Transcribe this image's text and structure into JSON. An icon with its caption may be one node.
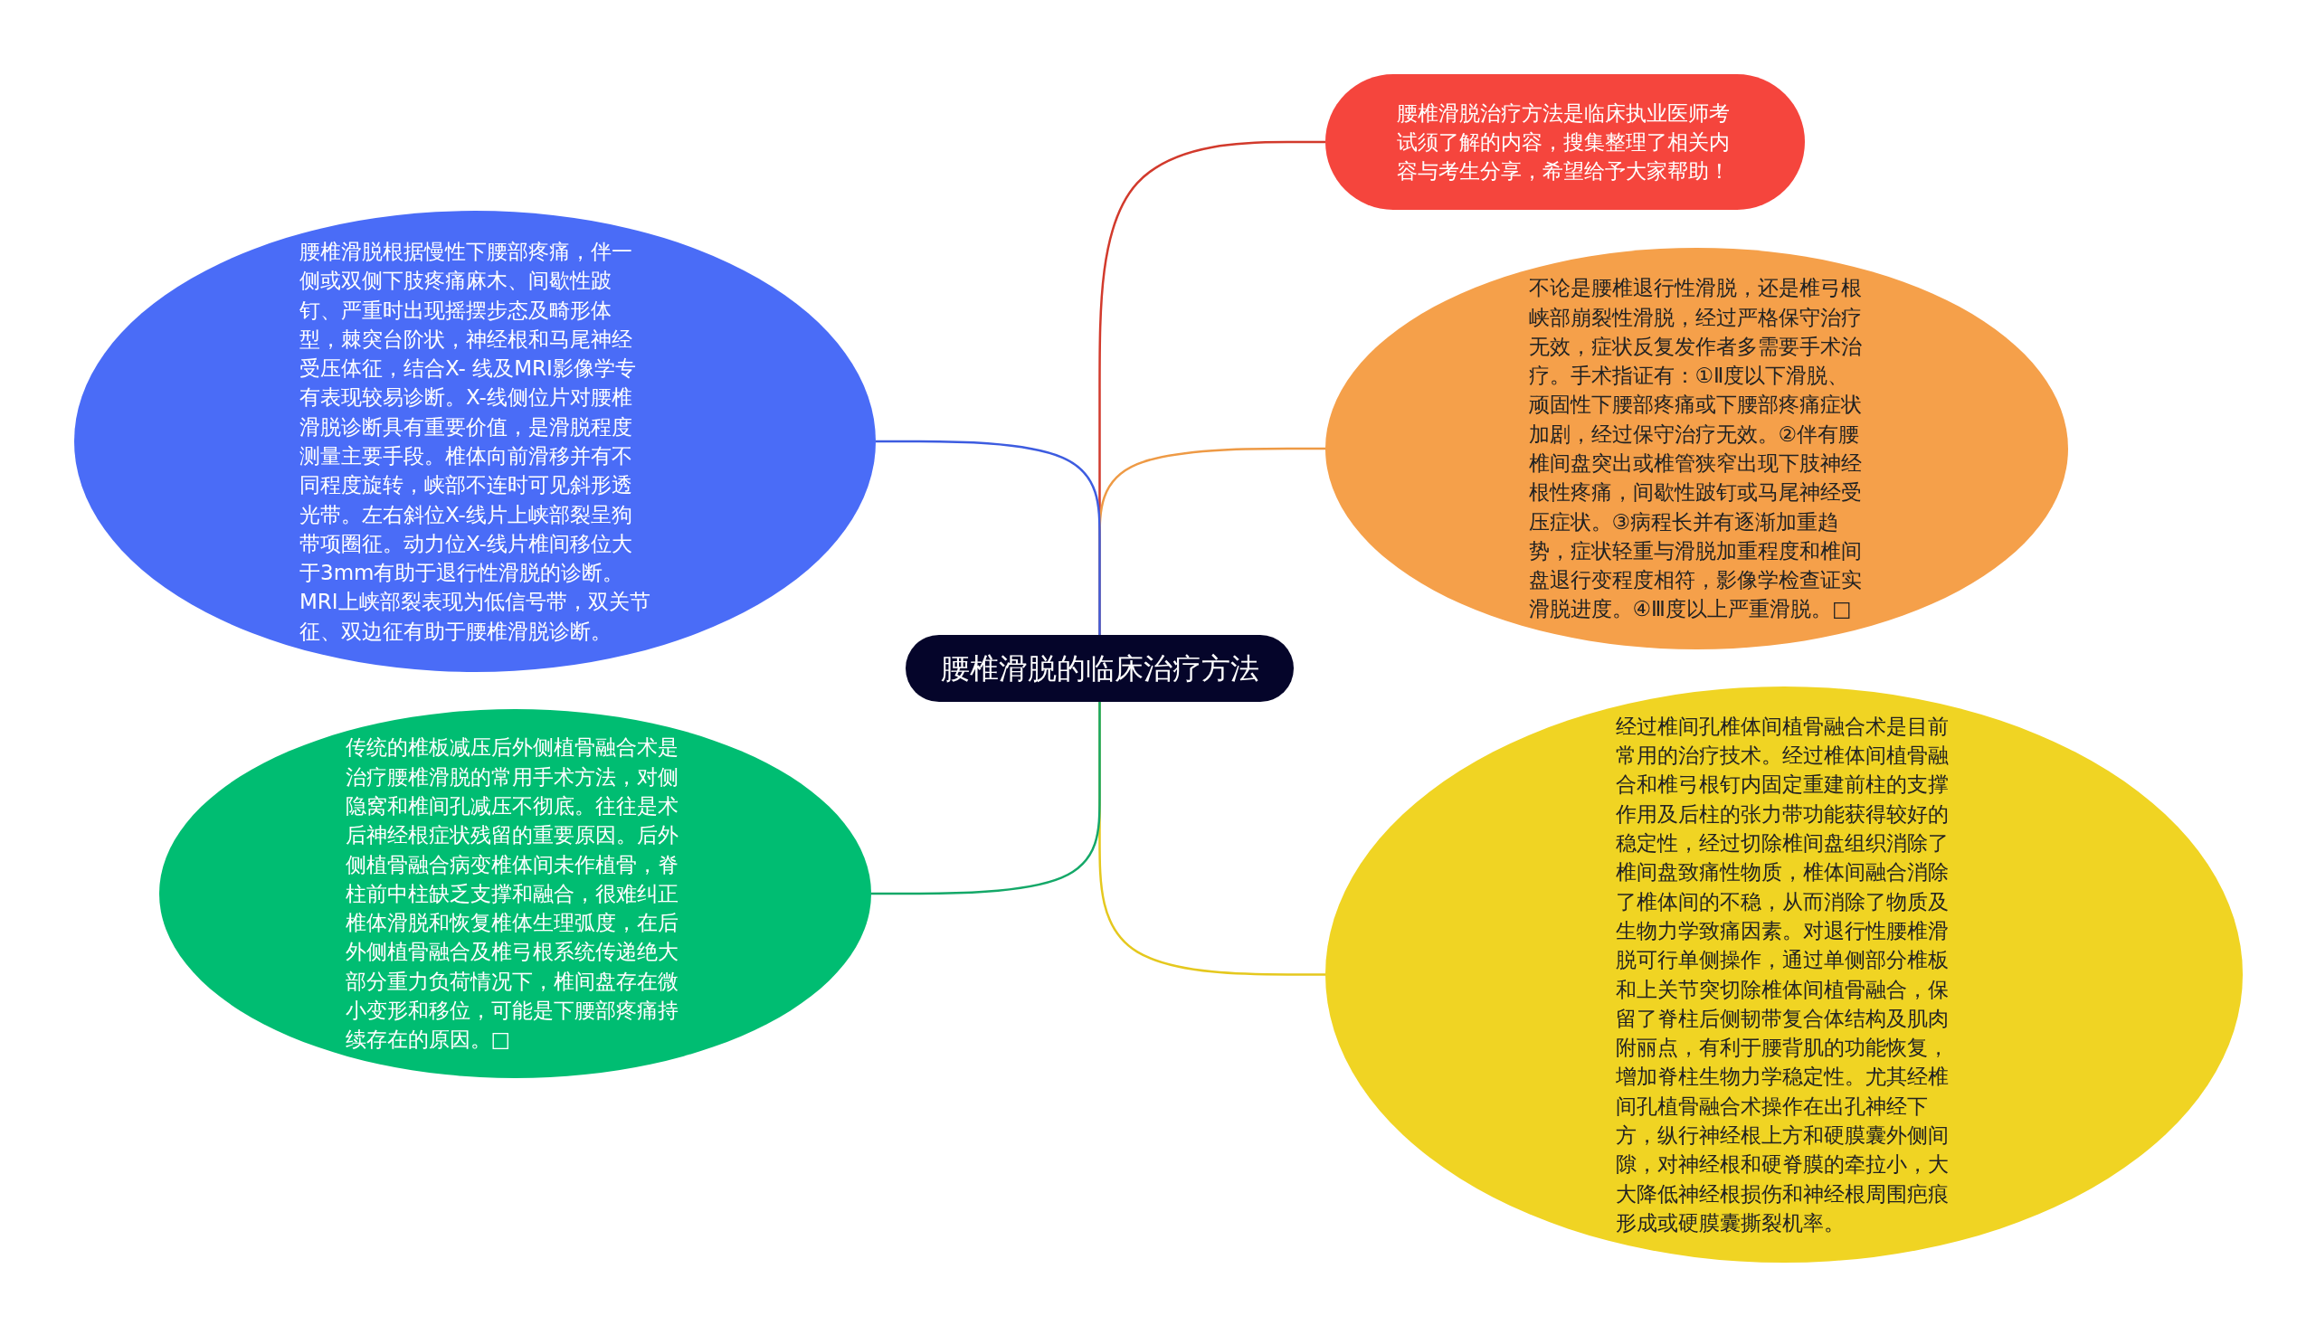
{
  "diagram": {
    "nodes": [
      {
        "text": [
          "腰椎滑脱的临床治疗方法"
        ]
      },
      {
        "text": [
          "腰椎滑脱治疗方法是临床执业医师考试须了解的内容，搜集整理了相关内容与考生分享，希望给予大家帮助！"
        ]
      },
      {
        "text": [
          "不论是腰椎退行性滑脱，还是椎弓根峡部崩裂性滑脱，经过严格保守治疗无效，症状反复发作者多需要手术治疗。手术指证有：①Ⅱ度以下滑脱、顽固性下腰部疼痛或下腰部疼痛症状加剧，经过保守治疗无效。②伴有腰椎间盘突出或椎管狭窄出现下肢神经根性疼痛，间歇性跛钉或马尾神经受压症状。③病程长并有逐渐加重趋势，症状轻重与滑脱加重程度和椎间盘退行变程度相符，影像学检查证实滑脱进度。④Ⅲ度以上严重滑脱。□"
        ]
      },
      {
        "text": [
          "经过椎间孔椎体间植骨融合术是目前常用的治疗技术。经过椎体间植骨融合和椎弓根钉内固定重建前柱的支撑作用及后柱的张力带功能获得较好的稳定性，经过切除椎间盘组织消除了椎间盘致痛性物质，椎体间融合消除了椎体间的不稳，从而消除了物质及生物力学致痛因素。对退行性腰椎滑脱可行单侧操作，通过单侧部分椎板和上关节突切除椎体间植骨融合，保留了脊柱后侧韧带复合体结构及肌肉附丽点，有利于腰背肌的功能恢复，增加脊柱生物力学稳定性。尤其经椎间孔植骨融合术操作在出孔神经下方，纵行神经根上方和硬膜囊外侧间隙，对神经根和硬脊膜的牵拉小，大大降低神经根损伤和神经根周围疤痕形成或硬膜囊撕裂机率。"
        ]
      },
      {
        "text": [
          "腰椎滑脱根据慢性下腰部疼痛，伴一侧或双侧下肢疼痛麻木、间歇性跛钉、严重时出现摇摆步态及畸形体型，棘突台阶状，神经根和马尾神经受压体征，结合X- 线及MRI影像学专有表现较易诊断。X-线侧位片对腰椎滑脱诊断具有重要价值，是滑脱程度测量主要手段。椎体向前滑移并有不同程度旋转，峡部不连时可见斜形透光带。左右斜位X-线片上峡部裂呈狗带项圈征。动力位X-线片椎间移位大于3mm有助于退行性滑脱的诊断。MRI上峡部裂表现为低信号带，双关节征、双边征有助于腰椎滑脱诊断。"
        ]
      },
      {
        "text": [
          "传统的椎板减压后外侧植骨融合术是治疗腰椎滑脱的常用手术方法，对侧隐窝和椎间孔减压不彻底。往往是术后神经根症状残留的重要原因。后外侧植骨融合病变椎体间未作植骨，脊柱前中柱缺乏支撑和融合，很难纠正椎体滑脱和恢复椎体生理弧度，在后外侧植骨融合及椎弓根系统传递绝大部分重力负荷情况下，椎间盘存在微小变形和移位，可能是下腰部疼痛持续存在的原因。□"
        ]
      }
    ],
    "edges": [
      {
        "from": 0,
        "to": 1,
        "arrow": "none",
        "color": "#d23a2c"
      },
      {
        "from": 0,
        "to": 2,
        "arrow": "none",
        "color": "#ee9a45"
      },
      {
        "from": 0,
        "to": 3,
        "arrow": "none",
        "color": "#e5c81e"
      },
      {
        "from": 0,
        "to": 4,
        "arrow": "none",
        "color": "#3d5ce0"
      },
      {
        "from": 0,
        "to": 5,
        "arrow": "none",
        "color": "#14a868"
      }
    ]
  }
}
